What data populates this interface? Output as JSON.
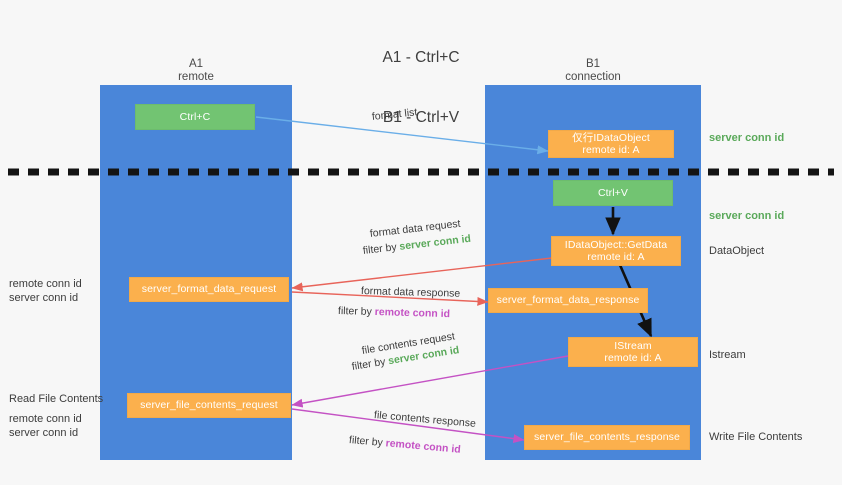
{
  "title": {
    "line1": "A1 - Ctrl+C",
    "line2": "B1 - Ctrl+V"
  },
  "lanes": [
    {
      "id": "a1",
      "name": "A1",
      "role": "remote"
    },
    {
      "id": "b1",
      "name": "B1",
      "role": "connection"
    }
  ],
  "nodes": {
    "ctrl_c": {
      "label": "Ctrl+C"
    },
    "ctrl_v": {
      "label": "Ctrl+V"
    },
    "idataobject": {
      "line1": "仅行IDataObject",
      "line2": "remote id: A"
    },
    "getdata": {
      "line1": "IDataObject::GetData",
      "line2": "remote id: A"
    },
    "istream": {
      "line1": "IStream",
      "line2": "remote id: A"
    },
    "fmt_req": {
      "label": "server_format_data_request"
    },
    "fmt_resp": {
      "label": "server_format_data_response"
    },
    "file_req": {
      "label": "server_file_contents_request"
    },
    "file_resp": {
      "label": "server_file_contents_response"
    }
  },
  "edge_labels": {
    "format_list": "format list",
    "fmt_req_line1": "format data request",
    "fmt_req_filter_pre": "filter by ",
    "fmt_req_filter_key": "server conn id",
    "fmt_resp_line1": "format data response",
    "fmt_resp_filter_pre": "filter by ",
    "fmt_resp_filter_key": "remote conn id",
    "file_req_line1": "file contents request",
    "file_req_filter_pre": "filter by ",
    "file_req_filter_key": "server conn id",
    "file_resp_line1": "file contents response",
    "file_resp_filter_pre": "filter by ",
    "file_resp_filter_key": "remote conn id"
  },
  "annotations": {
    "right_server_conn_1": "server conn id",
    "right_server_conn_2": "server conn id",
    "right_dataobject": "DataObject",
    "right_istream": "Istream",
    "right_write_file": "Write File Contents",
    "left_read_file": "Read File Contents",
    "left_remote_conn_1": "remote conn id",
    "left_server_conn_1": "server conn id",
    "left_remote_conn_2": "remote conn id",
    "left_server_conn_2": "server conn id"
  },
  "colors": {
    "lane": "#4a86d9",
    "green_node": "#72c472",
    "orange_node": "#fbb04d",
    "arrow_blue": "#6aaee8",
    "arrow_red": "#e8645a",
    "arrow_magenta": "#c452c4",
    "arrow_black": "#111111",
    "divider": "#141414",
    "text_green": "#5aa95a",
    "text_magenta": "#c452c4",
    "background": "#f7f7f7"
  }
}
